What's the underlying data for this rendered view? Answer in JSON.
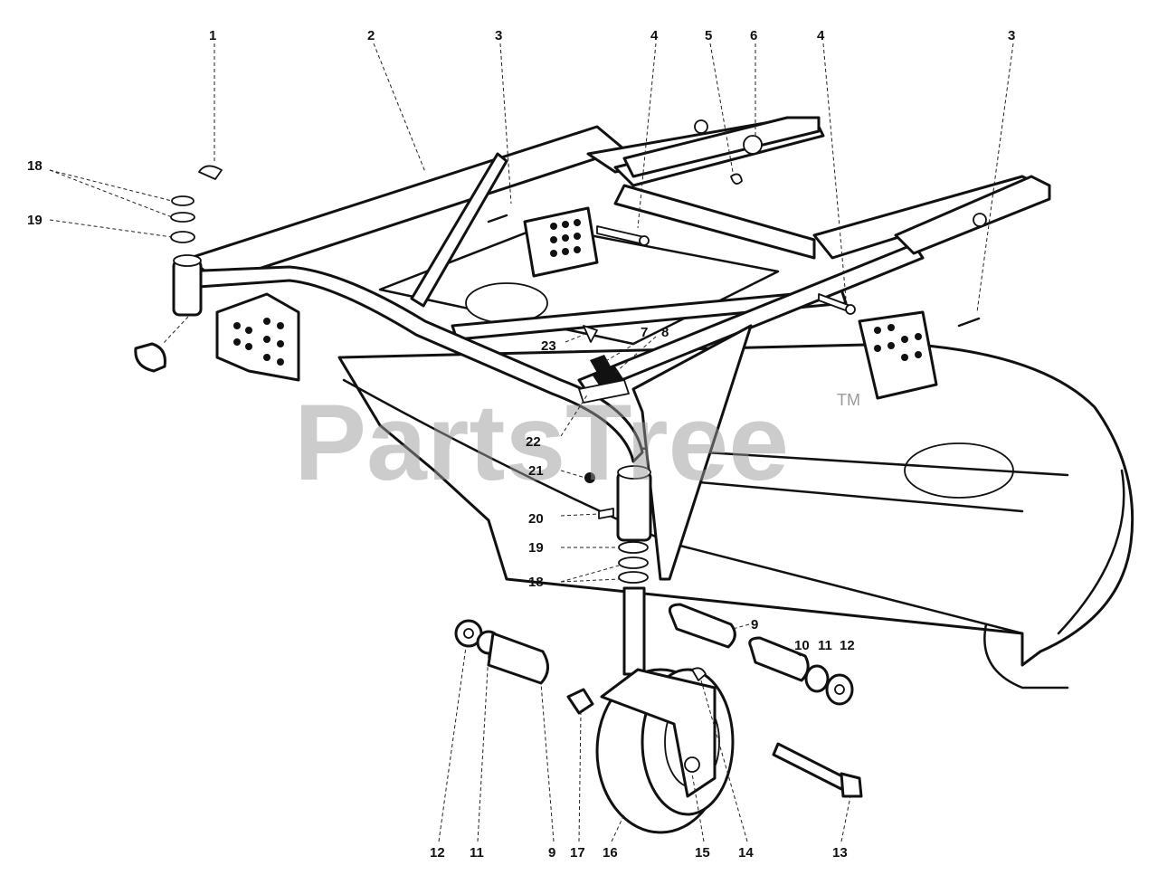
{
  "watermark": {
    "text": "PartsTree",
    "trademark": "TM"
  },
  "callouts": {
    "c1": "1",
    "c2": "2",
    "c3a": "3",
    "c4a": "4",
    "c5": "5",
    "c6": "6",
    "c4b": "4",
    "c3b": "3",
    "c18a": "18",
    "c19a": "19",
    "c7": "7",
    "c8": "8",
    "c23": "23",
    "c22": "22",
    "c21": "21",
    "c20": "20",
    "c19b": "19",
    "c18b": "18",
    "c9a": "9",
    "c10": "10",
    "c11a": "11",
    "c12a": "12",
    "c12b": "12",
    "c11b": "11",
    "c9b": "9",
    "c17": "17",
    "c16": "16",
    "c15": "15",
    "c14": "14",
    "c13": "13"
  }
}
